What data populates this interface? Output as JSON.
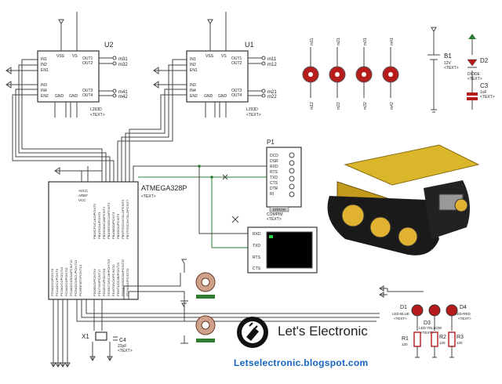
{
  "u2": {
    "ref": "U2",
    "part": "L293D",
    "text": "<TEXT>",
    "pins_left": [
      "IN1",
      "IN2",
      "EN1",
      "IN3",
      "IN4",
      "EN2"
    ],
    "pins_right": [
      "OUT1",
      "OUT2",
      "OUT3",
      "OUT4"
    ],
    "pins_top": [
      "VSS",
      "VS"
    ],
    "pins_bot": [
      "GND",
      "GND"
    ],
    "nets": [
      "m31",
      "m32",
      "m41",
      "m42"
    ]
  },
  "u1": {
    "ref": "U1",
    "part": "L293D",
    "text": "<TEXT>",
    "pins_left": [
      "IN1",
      "IN2",
      "EN1",
      "IN3",
      "IN4",
      "EN2"
    ],
    "pins_right": [
      "OUT1",
      "OUT2",
      "OUT3",
      "OUT4"
    ],
    "pins_top": [
      "VSS",
      "VS"
    ],
    "pins_bot": [
      "GND",
      "GND"
    ],
    "nets": [
      "m11",
      "m12",
      "m21",
      "m22"
    ]
  },
  "mcu": {
    "ref": "ATMEGA328P",
    "text": "<TEXT>",
    "pins_top": [
      "PB0/ICP1/CLKO/PCINT0",
      "PB1/OC1A/PCINT1",
      "PB2/SS/OC1B/PCINT2",
      "PB3/MOSI/OC2A/PCINT3",
      "PB4/MISO/PCINT4",
      "PB5/SCK/PCINT5",
      "PB6/TOSC1/XTAL1/PCINT6",
      "PB7/TOSC2/XTAL2/PCINT7"
    ],
    "pins_left": [
      "AVCC",
      "AREF",
      "VCC"
    ],
    "pins_bot": [
      "PC0/ADC0/PCINT8",
      "PC1/ADC1/PCINT9",
      "PC2/ADC2/PCINT10",
      "PC3/ADC3/PCINT11",
      "PC4/ADC4/SDA/PCINT12",
      "PC5/ADC5/SCL/PCINT13",
      "PC6/RESET/PCINT14"
    ],
    "pins_bot2": [
      "PD0/RXD/PCINT16",
      "PD1/TXD/PCINT17",
      "PD2/INT0/PCINT18",
      "PD3/INT1/OC2B/PCINT19",
      "PD4/T0/XCK/PCINT20",
      "PD5/T1/OC0B/PCINT21",
      "PD6/AIN0/OC0A/PCINT22",
      "PD7/AIN1/PCINT23"
    ]
  },
  "p1": {
    "ref": "P1",
    "part": "COMPIM",
    "text": "<TEXT>",
    "error": "ERROR",
    "pins": [
      "DCD",
      "DSR",
      "RXD",
      "RTS",
      "TXD",
      "CTS",
      "DTR",
      "RI"
    ]
  },
  "terminal": {
    "pins": [
      "RXD",
      "TXD",
      "RTS",
      "CTS"
    ]
  },
  "motors_top": [
    "m11",
    "m21",
    "m31",
    "m41"
  ],
  "motors_bot": [
    "m12",
    "m22",
    "m32",
    "m42"
  ],
  "b1": {
    "ref": "B1",
    "value": "12V",
    "text": "<TEXT>"
  },
  "d2": {
    "ref": "D2",
    "part": "DIODE",
    "text": "<TEXT>"
  },
  "c3": {
    "ref": "C3",
    "value": "1uF",
    "text": "<TEXT>"
  },
  "x1": {
    "ref": "X1"
  },
  "c4": {
    "ref": "C4",
    "value": "22pF",
    "text": "<TEXT>"
  },
  "leds": [
    {
      "ref": "D1",
      "part": "LED-BLUE",
      "text": "<TEXT>"
    },
    {
      "ref": "D3",
      "part": "LED-YELLOW",
      "text": "<TEXT>"
    },
    {
      "ref": "D4",
      "part": "LED-RED",
      "text": "<TEXT>"
    }
  ],
  "resistors": [
    {
      "ref": "R1",
      "value": "120"
    },
    {
      "ref": "R2",
      "value": "120"
    },
    {
      "ref": "R3",
      "value": "120"
    }
  ],
  "brand": {
    "name": "Let's Electronic",
    "url": "Letselectronic.blogspot.com"
  },
  "colors": {
    "motor": "#b71c1c",
    "robot": "#d9b62a",
    "url": "#1565c0",
    "terminal": "#000000",
    "pin_led": "#2ecc40"
  }
}
